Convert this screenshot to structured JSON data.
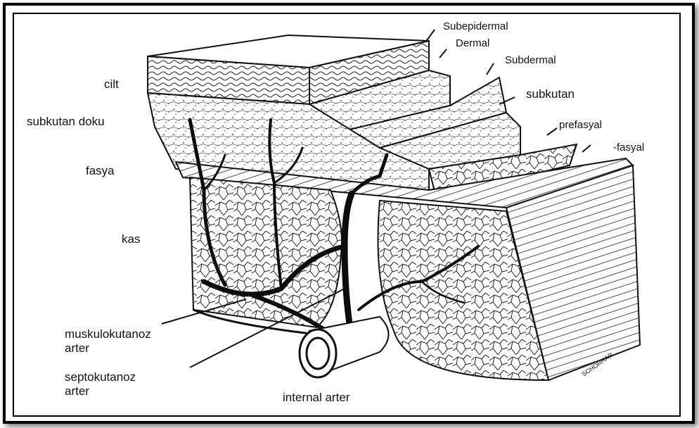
{
  "labels": {
    "cilt": "cilt",
    "subkutan_doku": "subkutan doku",
    "fasya": "fasya",
    "kas": "kas",
    "muskulokutanoz": "muskulokutanoz arter",
    "septokutanoz": "septokutanoz arter",
    "internal_arter": "internal arter",
    "subepidermal": "Subepidermal",
    "dermal": "Dermal",
    "subdermal": "Subdermal",
    "subkutan": "subkutan",
    "prefasyal": "prefasyal",
    "fasyal": "-fasyal"
  },
  "signature": "SCHORHAR",
  "colors": {
    "ink": "#111111",
    "paper": "#ffffff",
    "vessel": "#0d0d0d"
  }
}
